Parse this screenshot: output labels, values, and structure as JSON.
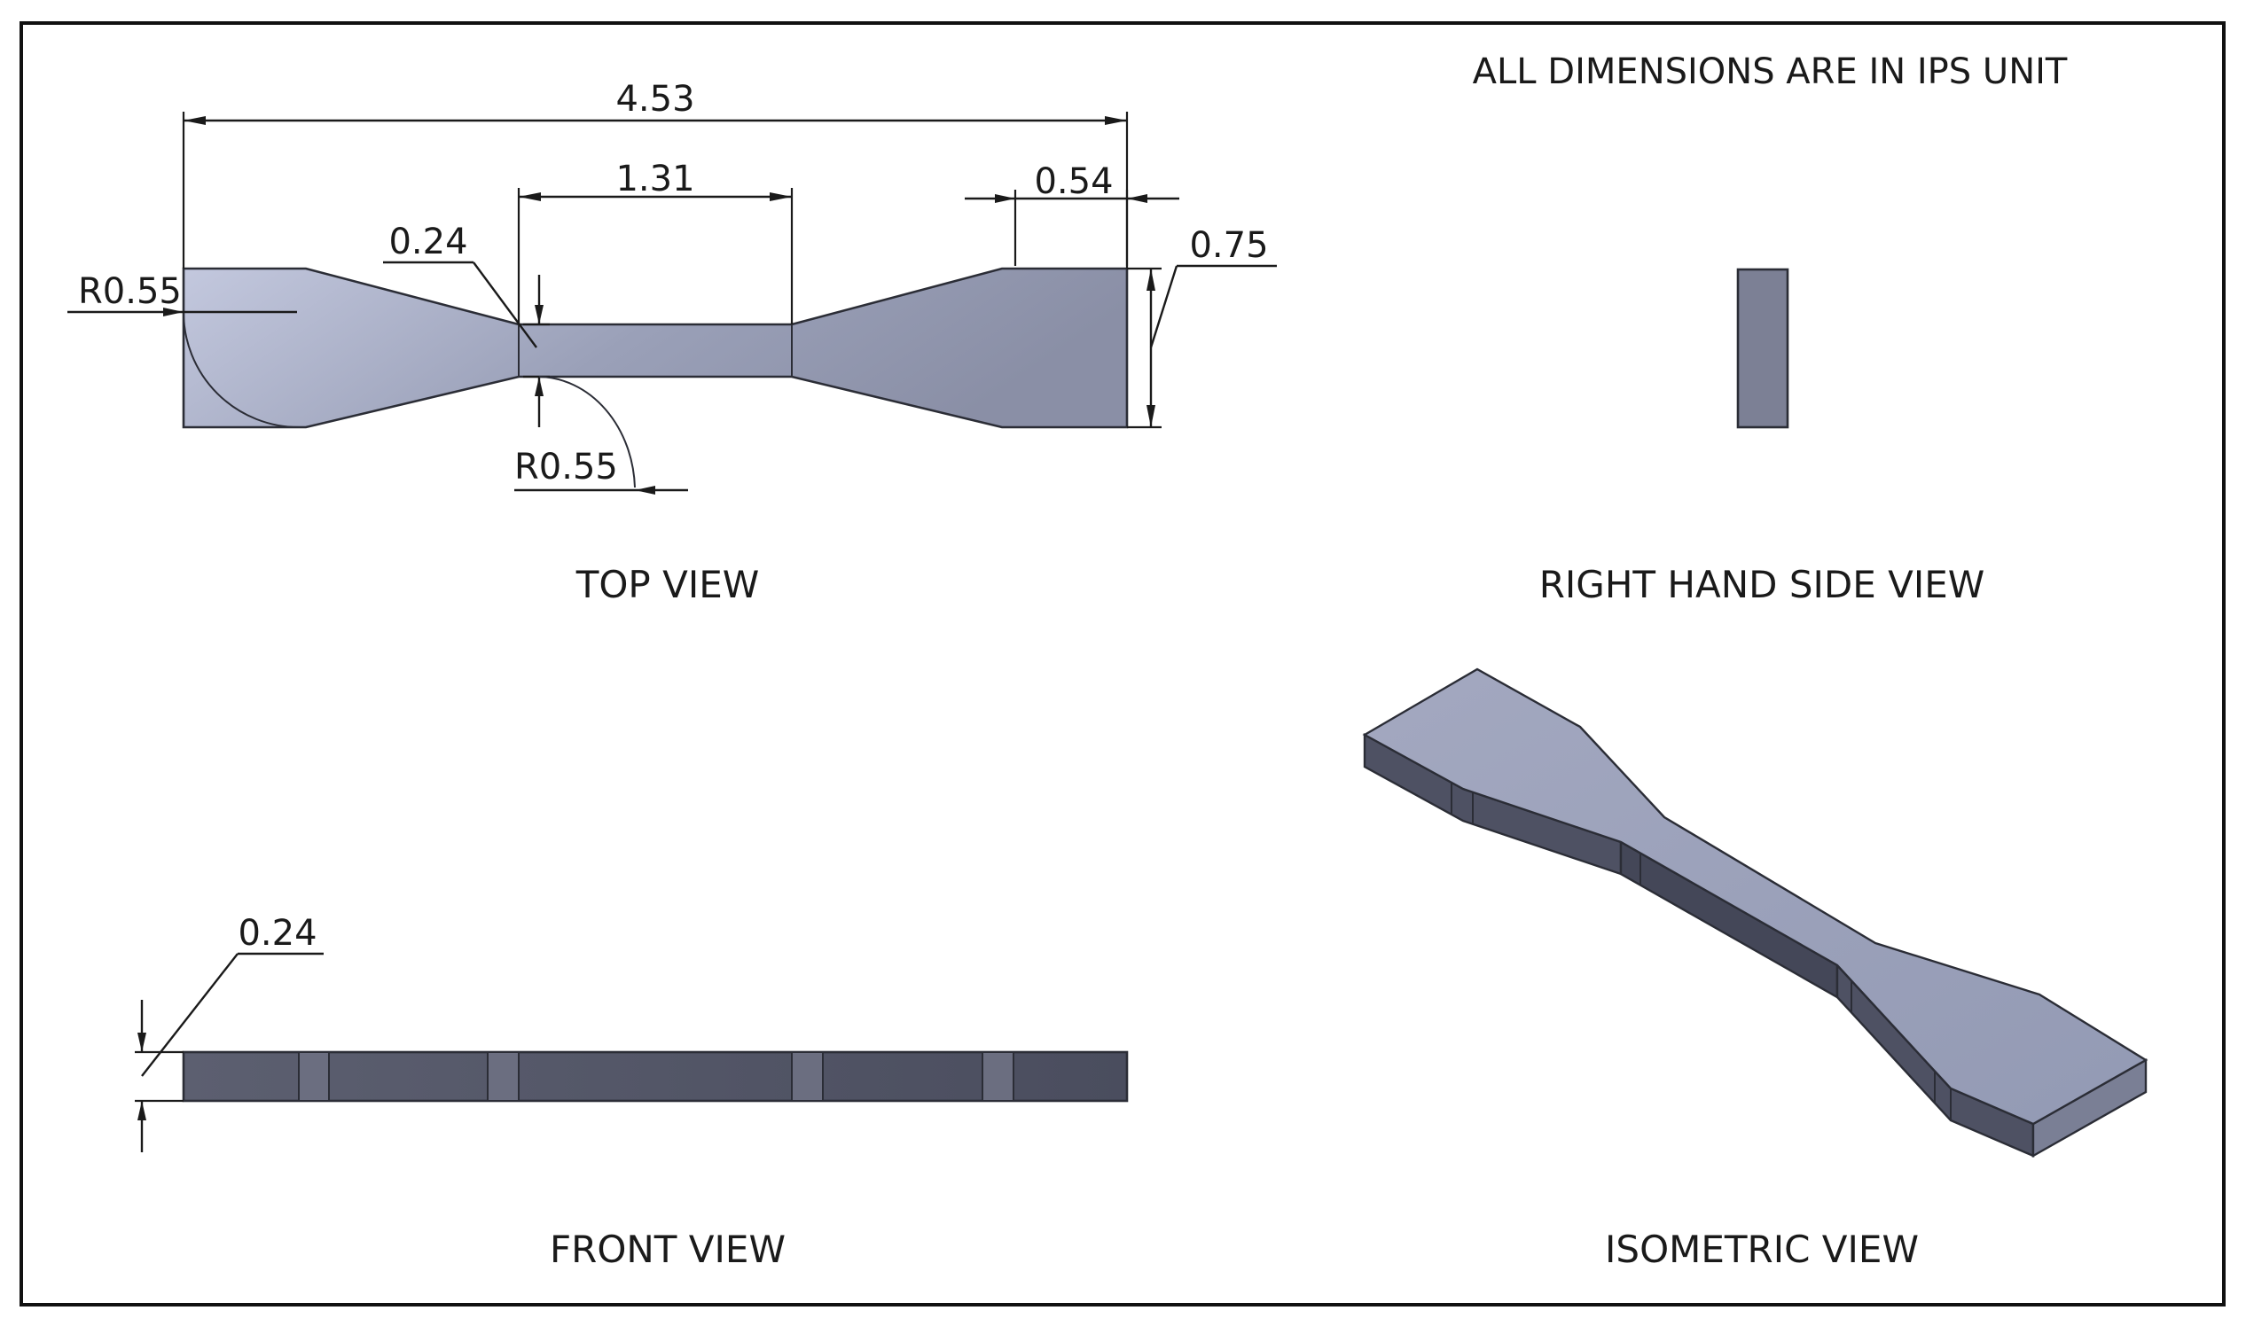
{
  "note": "ALL DIMENSIONS ARE IN IPS UNIT",
  "views": {
    "top": "TOP VIEW",
    "right": "RIGHT HAND SIDE VIEW",
    "front": "FRONT VIEW",
    "isometric": "ISOMETRIC VIEW"
  },
  "dimensions": {
    "overall_length": "4.53",
    "gauge_length": "1.31",
    "grip_length": "0.54",
    "grip_width": "0.75",
    "gauge_width": "0.24",
    "radius_left": "R0.55",
    "radius_bottom": "R0.55",
    "thickness": "0.24"
  },
  "colors": {
    "part_light": "#b8bed6",
    "part_mid": "#8e93aa",
    "part_dark": "#4a4d5e",
    "border": "#111111"
  }
}
